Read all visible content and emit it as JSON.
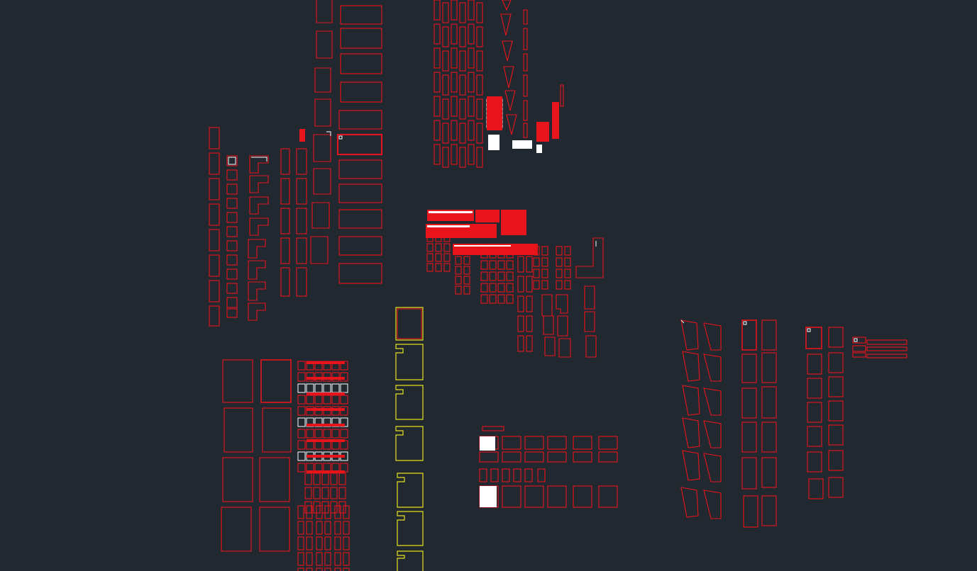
{
  "viewport": {
    "name": "model-space",
    "background": "#212830"
  },
  "layers": [
    {
      "name": "red-outlines",
      "color": "#e8141b"
    },
    {
      "name": "yellow-outlines",
      "color": "#e6e21d"
    },
    {
      "name": "white-annotations",
      "color": "#ffffff"
    }
  ]
}
